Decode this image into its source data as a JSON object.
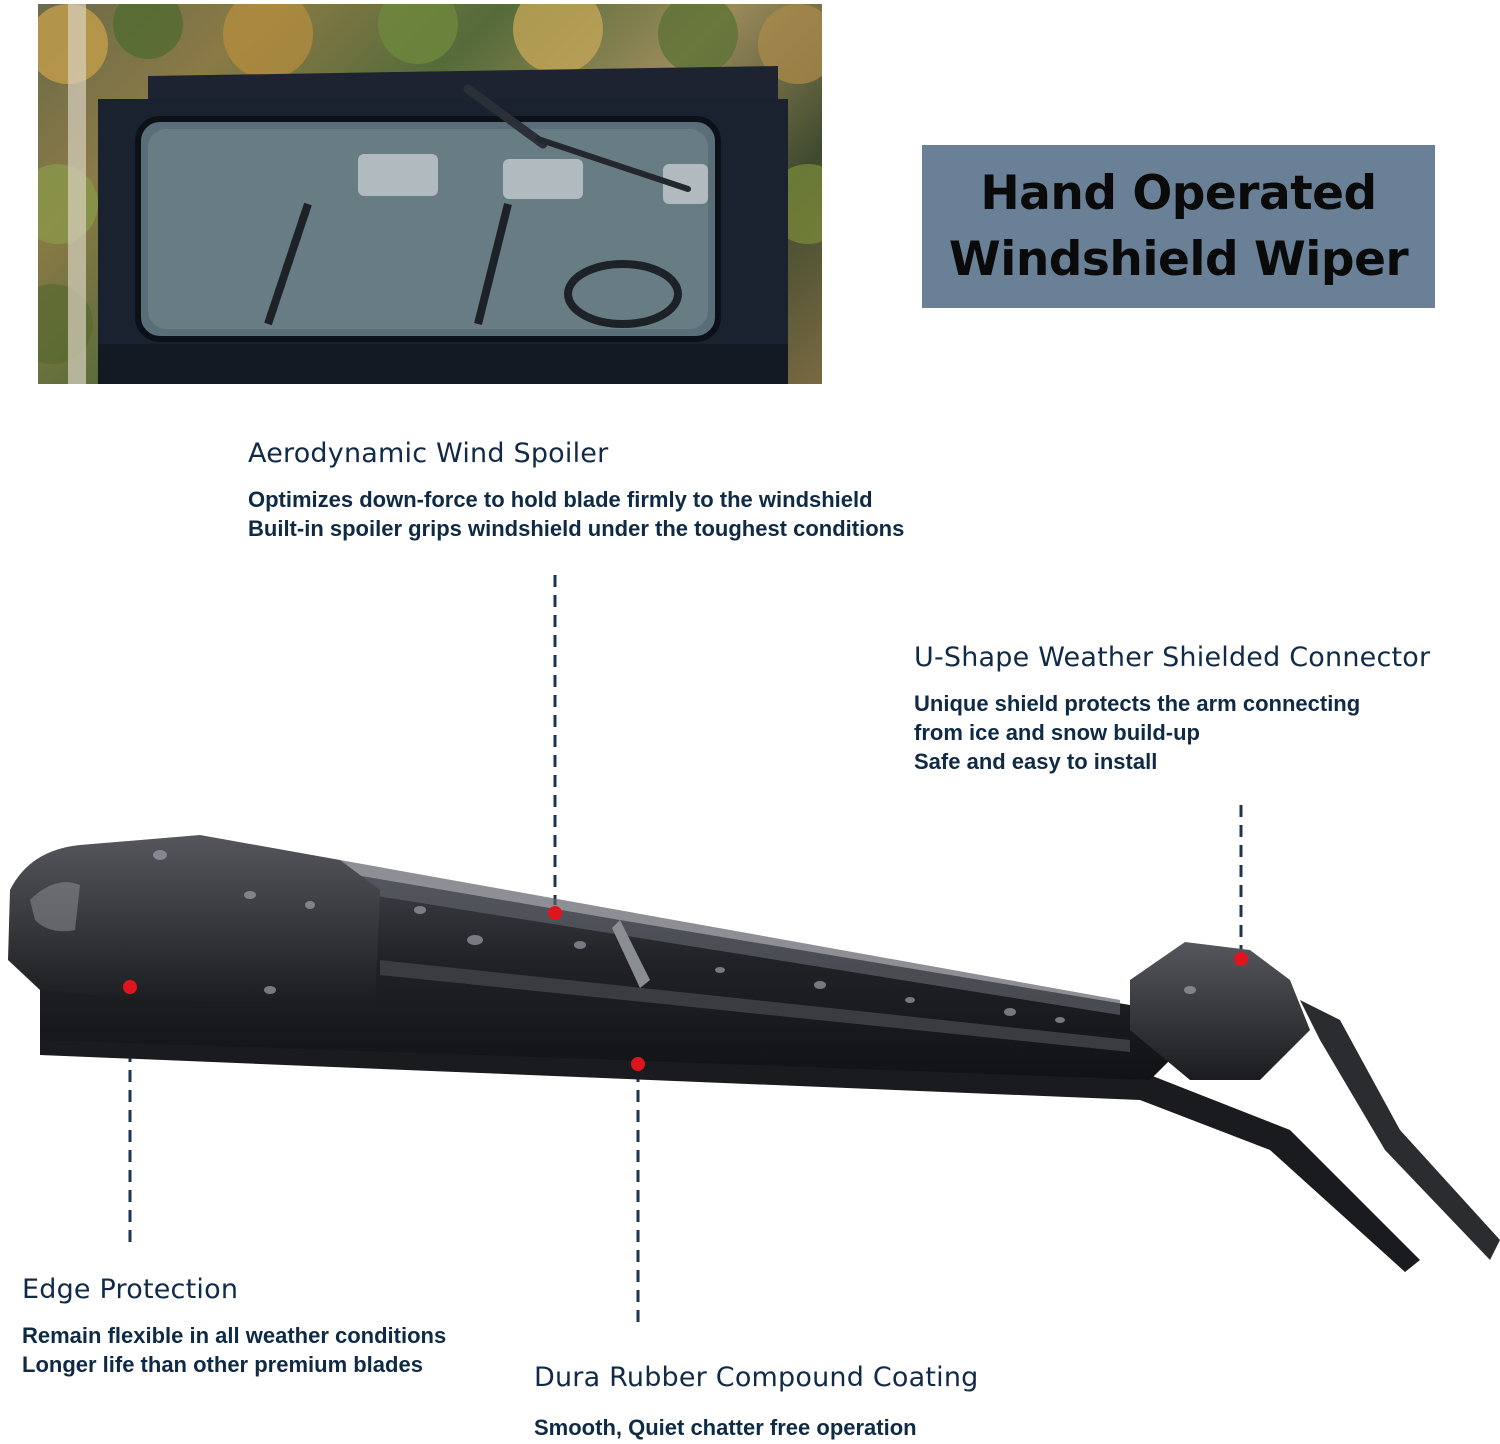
{
  "title": {
    "lines": [
      "Hand Operated",
      "Windshield Wiper"
    ]
  },
  "features": {
    "spoiler": {
      "heading": "Aerodynamic Wind Spoiler",
      "lines": [
        "Optimizes down-force to hold blade firmly to the windshield",
        "Built-in spoiler grips windshield under the toughest conditions"
      ]
    },
    "connector": {
      "heading": "U-Shape Weather Shielded Connector",
      "lines": [
        "Unique shield protects the arm connecting",
        "from ice and snow build-up",
        "Safe and easy to install"
      ]
    },
    "edge": {
      "heading": "Edge Protection",
      "lines": [
        "Remain flexible in all weather conditions",
        "Longer life than other premium blades"
      ]
    },
    "rubber": {
      "heading": "Dura Rubber Compound Coating",
      "lines": [
        "Smooth, Quiet chatter free operation"
      ]
    }
  },
  "colors": {
    "title_box": "#6a8096",
    "text": "#0f2a44",
    "marker": "#e0141e",
    "leader_line": "#1c3550"
  }
}
